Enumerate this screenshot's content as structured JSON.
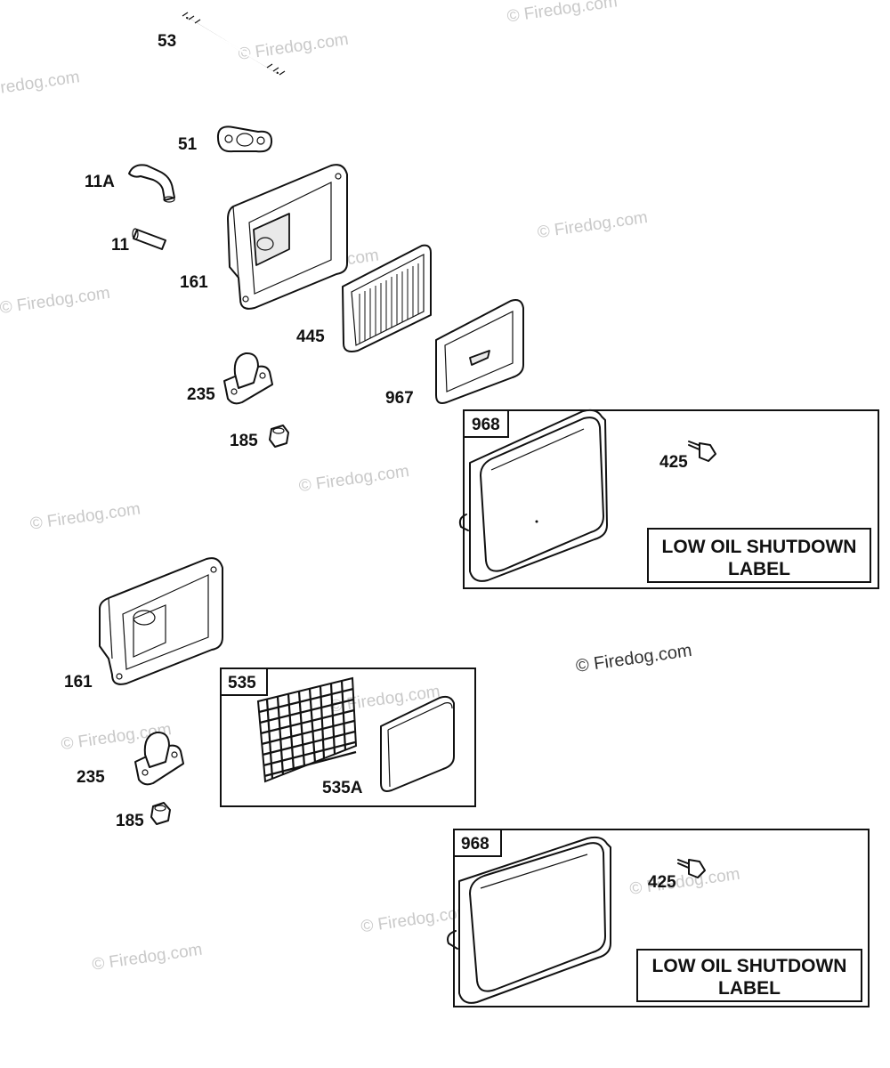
{
  "watermark": "© Firedog.com",
  "parts": {
    "p53": "53",
    "p51": "51",
    "p11A": "11A",
    "p11": "11",
    "p161_top": "161",
    "p445": "445",
    "p967": "967",
    "p235_top": "235",
    "p185_top": "185",
    "p425_top": "425",
    "p161_bottom": "161",
    "p235_bottom": "235",
    "p185_bottom": "185",
    "p535A": "535A",
    "p425_bottom": "425"
  },
  "boxes": {
    "box968_top": "968",
    "box535": "535",
    "box968_bottom": "968"
  },
  "notes": {
    "low_oil_top_line1": "LOW OIL SHUTDOWN",
    "low_oil_top_line2": "LABEL",
    "low_oil_bottom_line1": "LOW OIL SHUTDOWN",
    "low_oil_bottom_line2": "LABEL"
  }
}
